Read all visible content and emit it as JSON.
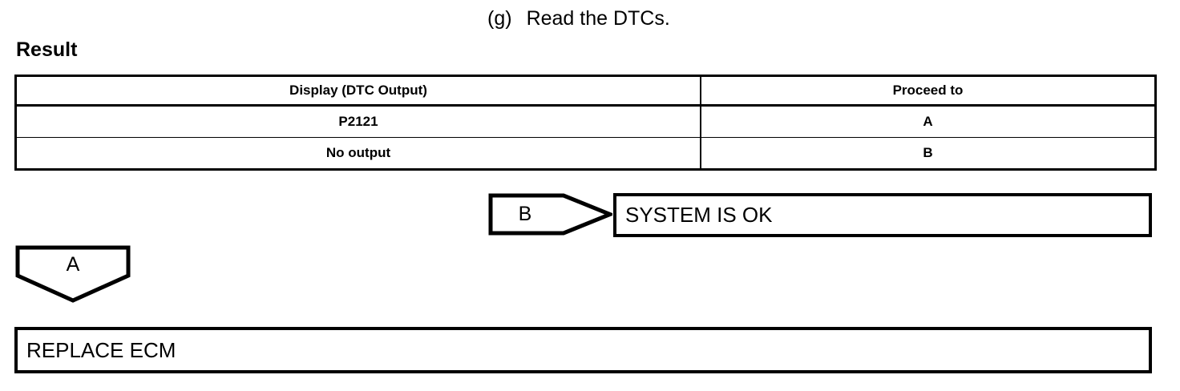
{
  "step": {
    "label": "(g)",
    "text": "Read the DTCs."
  },
  "result_section": {
    "caption": "Result",
    "table": {
      "columns": [
        "Display (DTC Output)",
        "Proceed to"
      ],
      "rows": [
        {
          "display": "P2121",
          "proceed_to": "A"
        },
        {
          "display": "No output",
          "proceed_to": "B"
        }
      ]
    }
  },
  "flow": {
    "connector_b": {
      "label": "B",
      "shape": "pennant-right"
    },
    "connector_a": {
      "label": "A",
      "shape": "pentagon-down"
    },
    "box_system_ok": {
      "text": "SYSTEM IS OK"
    },
    "box_replace_ecm": {
      "text": "REPLACE ECM"
    }
  },
  "colors": {
    "ink": "#000000",
    "paper": "#ffffff"
  }
}
